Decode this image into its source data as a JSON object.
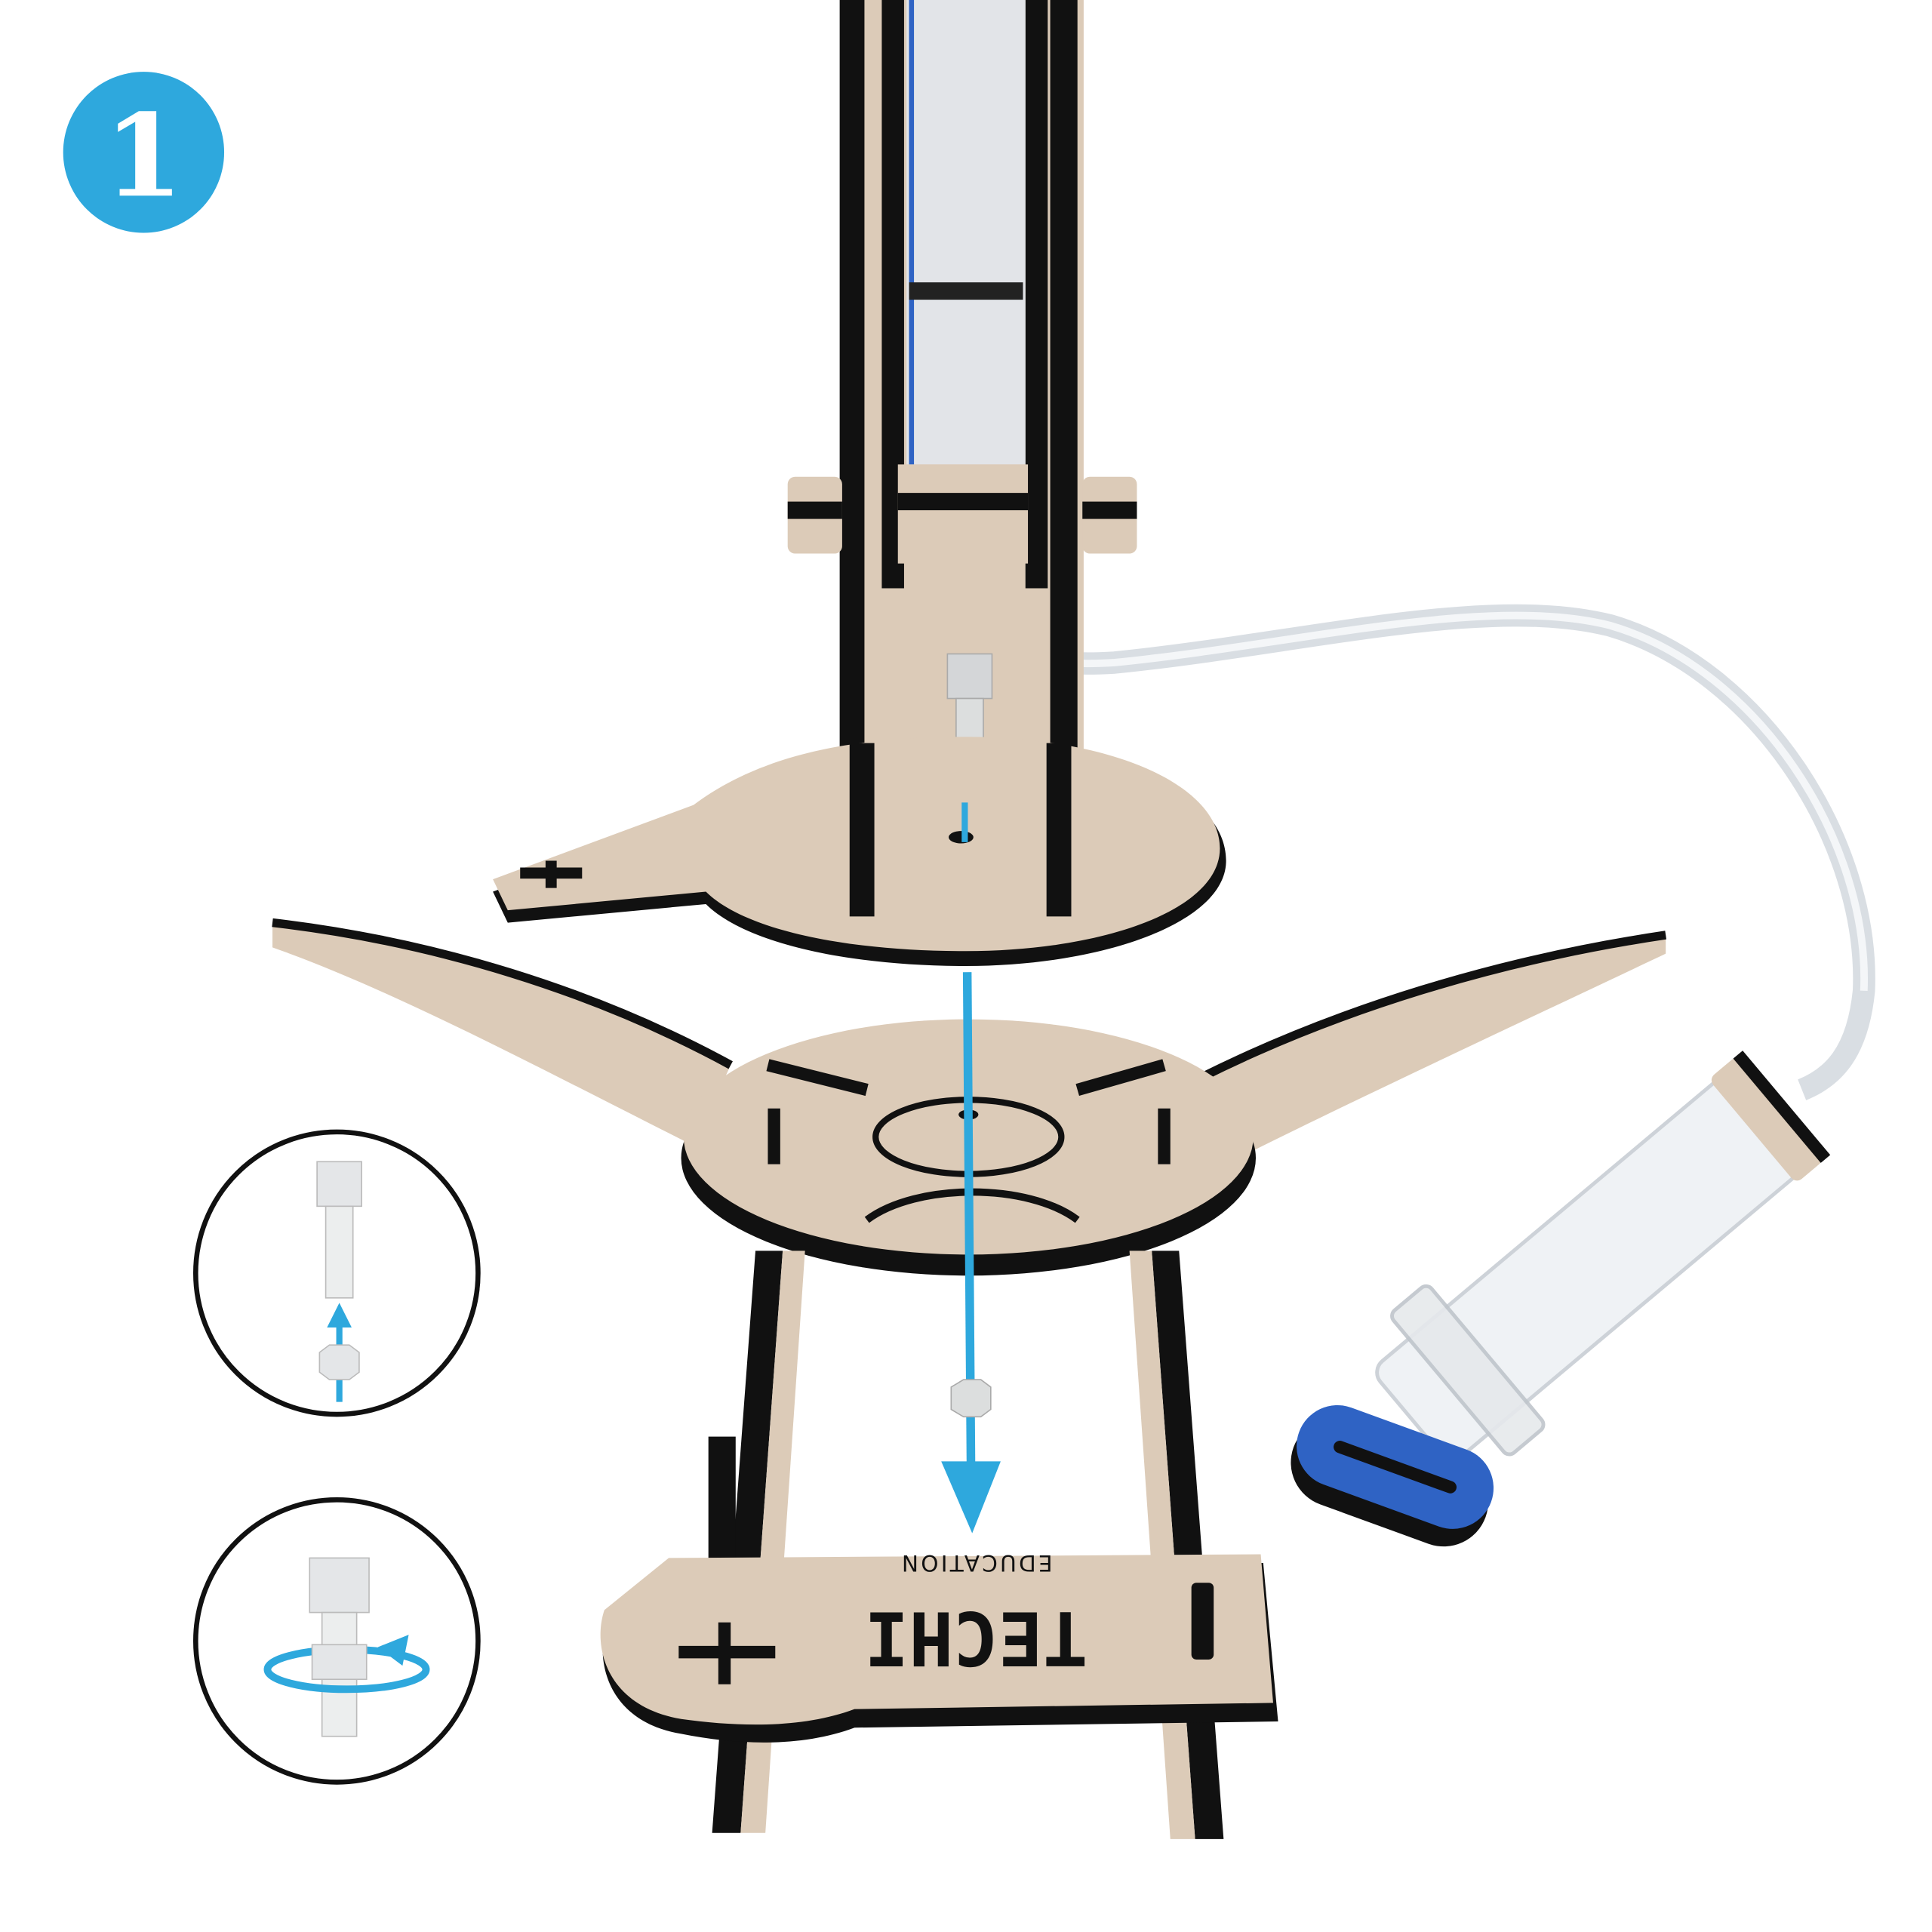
{
  "step": {
    "number": "1"
  },
  "logo": {
    "brand": "TECHI",
    "subtitle": "EDUCATION",
    "orientation": "upside-down"
  },
  "insets": [
    {
      "name": "insert-nut-onto-bolt",
      "icon": "bolt-with-nut-up-arrow-icon"
    },
    {
      "name": "twist-nut-to-tighten",
      "icon": "bolt-rotate-nut-icon"
    }
  ],
  "colors": {
    "accent": "#2ea8dd",
    "wood": "#dccbb8",
    "edge": "#111111",
    "foam": "#2f63c4"
  }
}
